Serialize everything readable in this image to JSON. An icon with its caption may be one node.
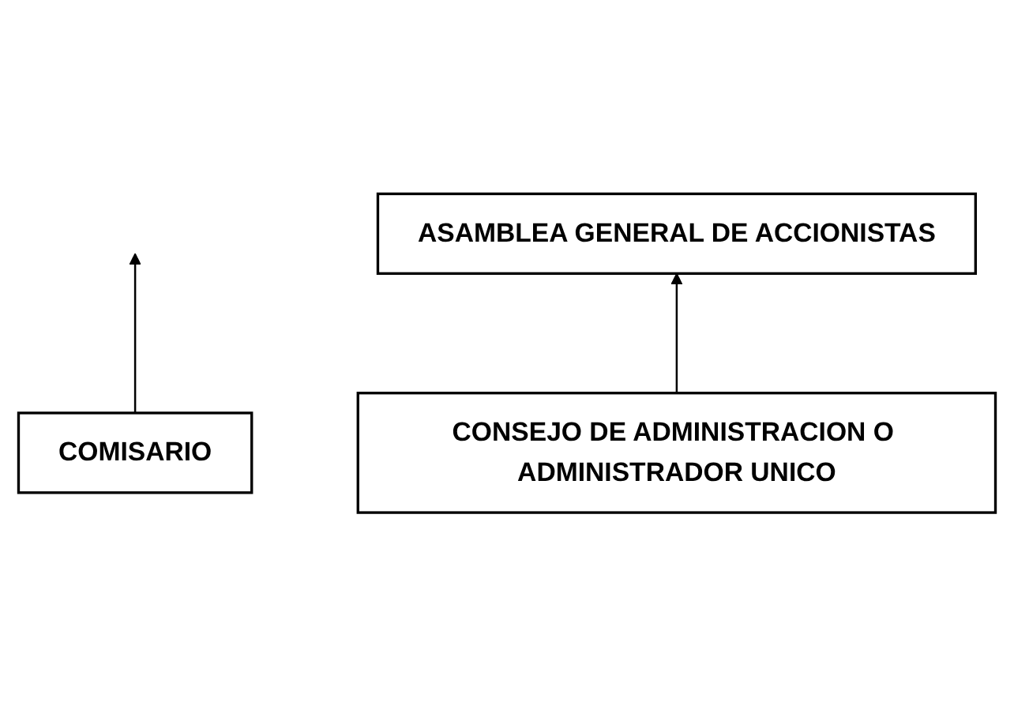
{
  "diagram": {
    "nodes": [
      {
        "text": [
          "ASAMBLEA GENERAL DE ACCIONISTAS"
        ]
      },
      {
        "text": [
          "COMISARIO"
        ]
      },
      {
        "text": [
          "CONSEJO DE ADMINISTRACION O ADMINISTRADOR UNICO"
        ]
      }
    ],
    "edges": [
      {
        "from": 2,
        "to": 0,
        "arrow": "to"
      },
      {
        "from": 1,
        "to": null,
        "arrow": "to"
      }
    ]
  }
}
